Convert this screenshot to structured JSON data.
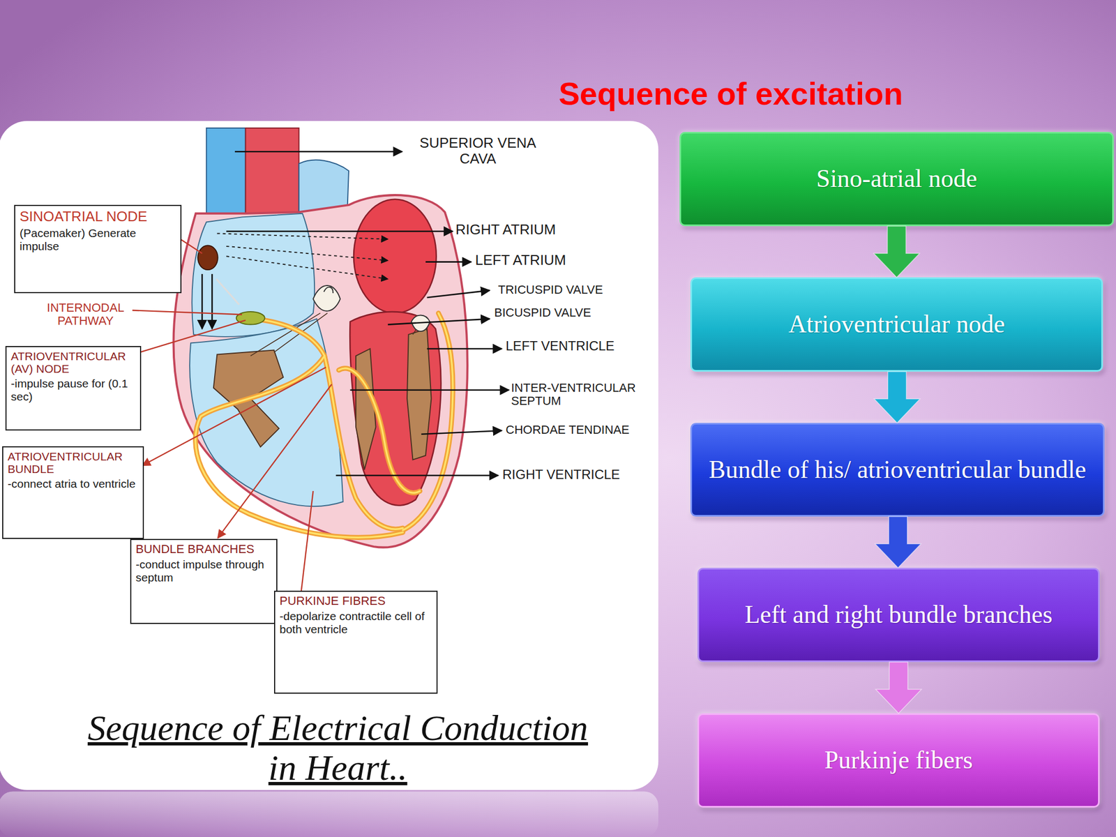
{
  "diagram": {
    "title": "Sequence of excitation",
    "caption": "Sequence of Electrical Conduction in Heart..",
    "nodes": [
      {
        "text": [
          "SINOATRIAL NODE",
          "(Pacemaker) Generate impulse"
        ]
      },
      {
        "text": [
          "ATRIOVENTRICULAR (AV) NODE",
          "-impulse pause for (0.1 sec)"
        ]
      },
      {
        "text": [
          "ATRIOVENTRICULAR BUNDLE",
          "-connect atria to ventricle"
        ]
      },
      {
        "text": [
          "BUNDLE BRANCHES",
          "-conduct impulse through septum"
        ]
      },
      {
        "text": [
          "PURKINJE FIBRES",
          "-depolarize contractile cell of both ventricle"
        ]
      },
      {
        "text": [
          "Sino-atrial node"
        ]
      },
      {
        "text": [
          "Atrioventricular node"
        ]
      },
      {
        "text": [
          "Bundle of his/ atrioventricular bundle"
        ]
      },
      {
        "text": [
          "Left and right bundle branches"
        ]
      },
      {
        "text": [
          "Purkinje fibers"
        ]
      }
    ],
    "edges": [
      {
        "from": 5,
        "to": 6,
        "arrow": "to"
      },
      {
        "from": 6,
        "to": 7,
        "arrow": "to"
      },
      {
        "from": 7,
        "to": 8,
        "arrow": "to"
      },
      {
        "from": 8,
        "to": 9,
        "arrow": "to"
      }
    ],
    "labels": [
      "SUPERIOR VENA CAVA",
      "RIGHT ATRIUM",
      "LEFT ATRIUM",
      "TRICUSPID VALVE",
      "INTERNODAL PATHWAY",
      "BICUSPID VALVE",
      "LEFT VENTRICLE",
      "INTER-VENTRICULAR SEPTUM",
      "CHORDAE TENDINAE",
      "RIGHT VENTRICLE"
    ]
  }
}
